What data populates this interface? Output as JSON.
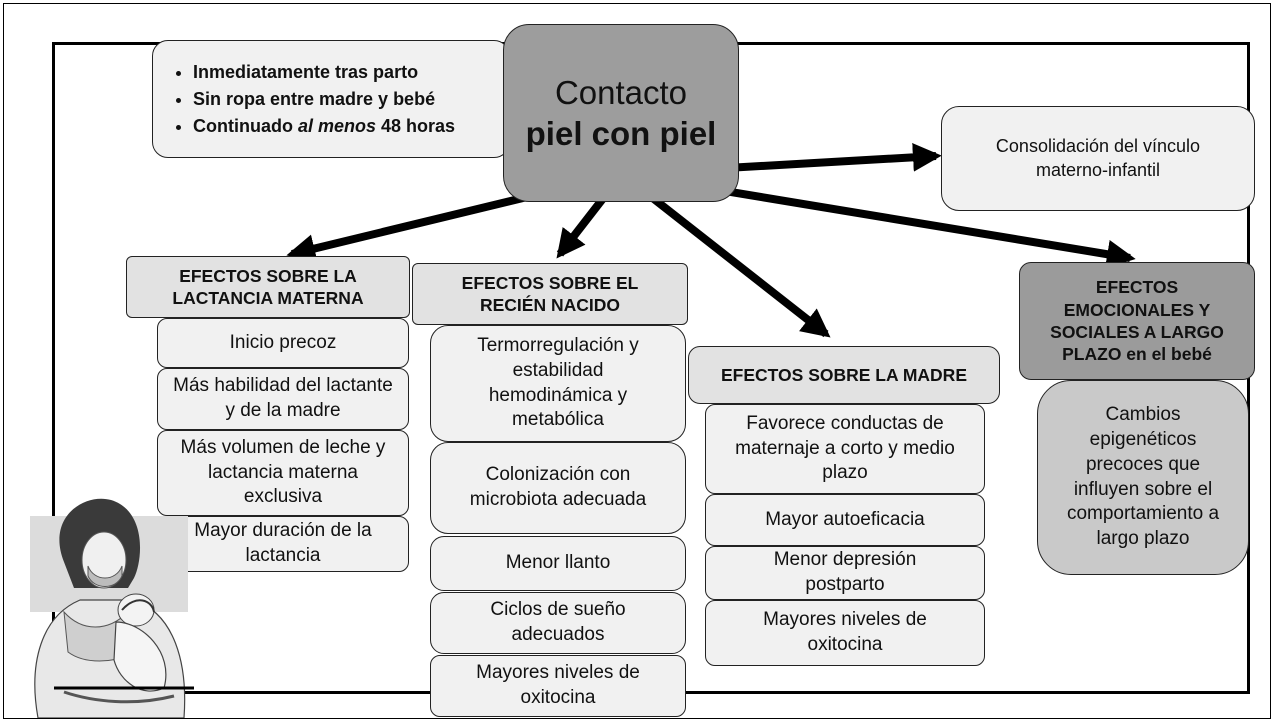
{
  "bullets": [
    "Inmediatamente tras parto",
    "Sin ropa entre madre y bebé",
    "Continuado al menos 48 horas"
  ],
  "bullet3": {
    "before": "Continuado ",
    "italic": "al menos",
    "after": " 48 horas"
  },
  "central": {
    "line1": "Contacto",
    "line2": "piel con piel"
  },
  "vinculo": "Consolidación del vínculo materno-infantil",
  "col1": {
    "header": "EFECTOS SOBRE LA LACTANCIA MATERNA",
    "items": [
      "Inicio precoz",
      "Más habilidad del lactante y de la madre",
      "Más volumen de leche y lactancia materna exclusiva",
      "Mayor duración de la lactancia"
    ]
  },
  "col2": {
    "header": "EFECTOS SOBRE EL RECIÉN NACIDO",
    "items": [
      "Termorregulación y estabilidad hemodinámica y metabólica",
      "Colonización con microbiota adecuada",
      "Menor llanto",
      "Ciclos de sueño adecuados",
      "Mayores niveles de oxitocina"
    ]
  },
  "col3": {
    "header": "EFECTOS SOBRE LA MADRE",
    "items": [
      "Favorece conductas de maternaje a corto y medio plazo",
      "Mayor autoeficacia",
      "Menor depresión postparto",
      "Mayores niveles de oxitocina"
    ]
  },
  "col4": {
    "header": "EFECTOS EMOCIONALES Y SOCIALES A LARGO PLAZO en el bebé",
    "items": [
      "Cambios epigenéticos precoces que influyen sobre el comportamiento a largo plazo"
    ]
  }
}
